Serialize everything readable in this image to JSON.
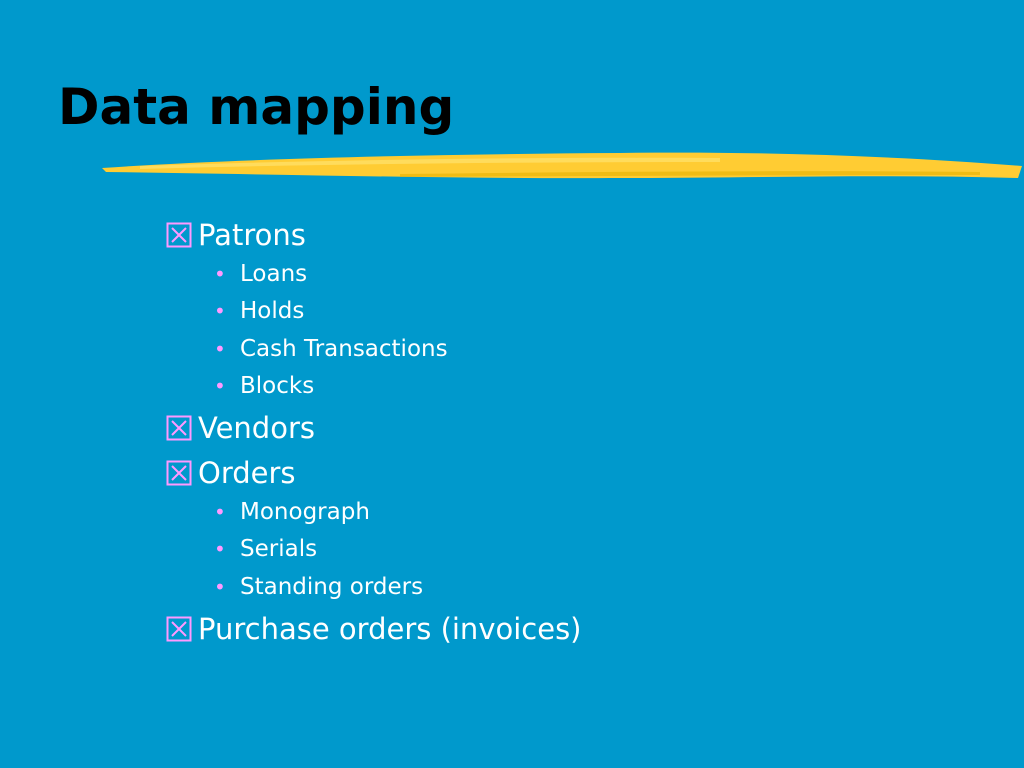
{
  "slide": {
    "title": "Data mapping",
    "accent_color": "#ffcc33",
    "bullet_color": "#ff99ff",
    "background": "#0099cc",
    "items": [
      {
        "label": "Patrons",
        "subitems": [
          "Loans",
          "Holds",
          "Cash Transactions",
          "Blocks"
        ]
      },
      {
        "label": "Vendors",
        "subitems": []
      },
      {
        "label": "Orders",
        "subitems": [
          "Monograph",
          "Serials",
          "Standing orders"
        ]
      },
      {
        "label": "Purchase orders (invoices)",
        "subitems": []
      }
    ]
  }
}
